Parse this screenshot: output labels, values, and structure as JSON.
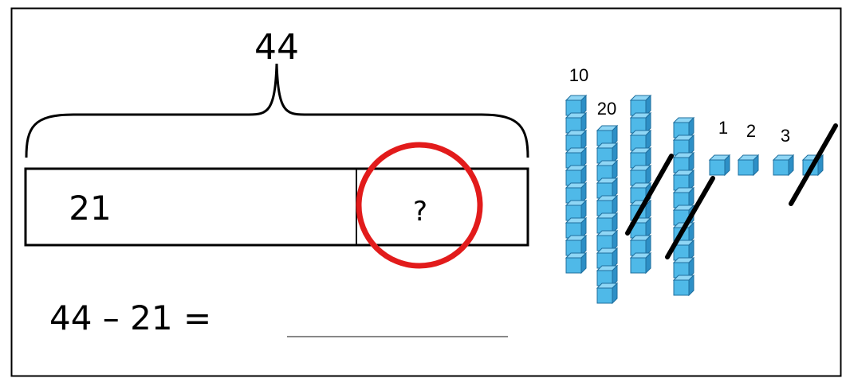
{
  "bar_model": {
    "total": "44",
    "part_known": "21",
    "part_unknown": "?"
  },
  "equation": {
    "text": "44 – 21 =",
    "answer": ""
  },
  "base_ten_blocks": {
    "ten_rod_labels": [
      "10",
      "20"
    ],
    "one_cube_labels": [
      "1",
      "2",
      "3"
    ],
    "ten_rods_total": 4,
    "ten_rods_crossed_out": 2,
    "one_cubes_total": 4,
    "one_cubes_crossed_out": 1
  },
  "colors": {
    "block_fill": "#4fb9e8",
    "block_stroke": "#1f6f9e",
    "circle": "#e21b1b",
    "line": "#000000"
  }
}
